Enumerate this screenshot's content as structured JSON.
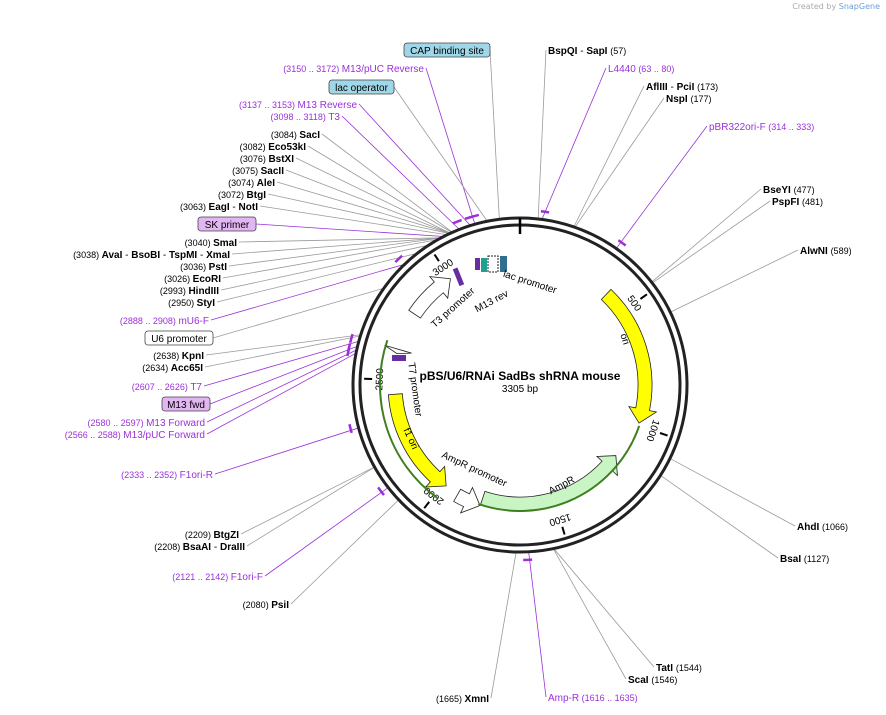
{
  "credit": {
    "prefix": "Created by",
    "brand": "SnapGene"
  },
  "plasmid": {
    "name": "pBS/U6/RNAi SadBs shRNA mouse",
    "size_label": "3305 bp",
    "length": 3305
  },
  "colors": {
    "enzyme": "#000000",
    "primer": "#9b30d9",
    "feature_box": "#9fd7e8",
    "primer_box": "#e2b6f2",
    "white_box": "#ffffff",
    "ori": "#ffff00",
    "amp": "#c9f5c4",
    "promoter": "#ffffff",
    "leader": "#9a9a9a",
    "primer_leader": "#9b30d9"
  },
  "ticks": [
    {
      "pos": 500,
      "label": "500"
    },
    {
      "pos": 1000,
      "label": "1000"
    },
    {
      "pos": 1500,
      "label": "1500"
    },
    {
      "pos": 2000,
      "label": "2000"
    },
    {
      "pos": 2500,
      "label": "2500"
    },
    {
      "pos": 3000,
      "label": "3000"
    }
  ],
  "features": [
    {
      "name": "ori",
      "start": 400,
      "end": 989,
      "color": "ori",
      "dir": 1,
      "label": "ori"
    },
    {
      "name": "AmpR",
      "start": 1160,
      "end": 1820,
      "color": "amp",
      "dir": -1,
      "label": "AmpR"
    },
    {
      "name": "AmpR promoter",
      "start": 1821,
      "end": 1925,
      "color": "promoter",
      "dir": -1,
      "label": "AmpR promoter"
    },
    {
      "name": "f1 ori",
      "start": 1985,
      "end": 2440,
      "color": "ori",
      "dir": -1,
      "label": "f1 ori"
    },
    {
      "name": "T7 promoter",
      "start": 2610,
      "end": 2629,
      "color": "promoter",
      "dir": -1,
      "label": "T7 promoter"
    },
    {
      "name": "T3 promoter",
      "start": 2790,
      "end": 3000,
      "color": "promoter",
      "dir": 1,
      "label": "T3 promoter"
    }
  ],
  "inner_labels": [
    {
      "text": "M13 rev"
    },
    {
      "text": "lac promoter"
    }
  ],
  "enzymes_right": [
    {
      "name": "BspQI",
      "sep": "-",
      "name2": "SapI",
      "pos": "(57)"
    },
    {
      "name": "AflIII",
      "sep": "-",
      "name2": "PciI",
      "pos": "(173)"
    },
    {
      "name": "NspI",
      "sep": "",
      "name2": "",
      "pos": "(177)"
    },
    {
      "name": "BseYI",
      "sep": "",
      "name2": "",
      "pos": "(477)"
    },
    {
      "name": "PspFI",
      "sep": "",
      "name2": "",
      "pos": "(481)"
    },
    {
      "name": "AlwNI",
      "sep": "",
      "name2": "",
      "pos": "(589)"
    },
    {
      "name": "AhdI",
      "sep": "",
      "name2": "",
      "pos": "(1066)"
    },
    {
      "name": "BsaI",
      "sep": "",
      "name2": "",
      "pos": "(1127)"
    },
    {
      "name": "TatI",
      "sep": "",
      "name2": "",
      "pos": "(1544)"
    },
    {
      "name": "ScaI",
      "sep": "",
      "name2": "",
      "pos": "(1546)"
    }
  ],
  "primers_right": [
    {
      "name": "L4440",
      "pos": "(63 .. 80)"
    },
    {
      "name": "pBR322ori-F",
      "pos": "(314 .. 333)"
    },
    {
      "name": "Amp-R",
      "pos": "(1616 .. 1635)"
    }
  ],
  "enzymes_left": [
    {
      "pos": "(3084)",
      "name": "SacI"
    },
    {
      "pos": "(3082)",
      "name": "Eco53kI"
    },
    {
      "pos": "(3076)",
      "name": "BstXI"
    },
    {
      "pos": "(3075)",
      "name": "SacII"
    },
    {
      "pos": "(3074)",
      "name": "AleI"
    },
    {
      "pos": "(3072)",
      "name": "BtgI"
    },
    {
      "pos": "(3063)",
      "name": "EagI",
      "sep": "-",
      "name2": "NotI"
    },
    {
      "pos": "(3040)",
      "name": "SmaI"
    },
    {
      "pos": "(3038)",
      "name": "AvaI",
      "sep": "-",
      "name2": "BsoBI",
      "sep2": "-",
      "name3": "TspMI",
      "sep3": "-",
      "name4": "XmaI"
    },
    {
      "pos": "(3036)",
      "name": "PstI"
    },
    {
      "pos": "(3026)",
      "name": "EcoRI"
    },
    {
      "pos": "(2993)",
      "name": "HindIII"
    },
    {
      "pos": "(2950)",
      "name": "StyI"
    },
    {
      "pos": "(2638)",
      "name": "KpnI"
    },
    {
      "pos": "(2634)",
      "name": "Acc65I"
    },
    {
      "pos": "(2209)",
      "name": "BtgZI"
    },
    {
      "pos": "(2208)",
      "name": "BsaAI",
      "sep": "-",
      "name2": "DraIII"
    },
    {
      "pos": "(2080)",
      "name": "PsiI"
    },
    {
      "pos": "(1665)",
      "name": "XmnI"
    }
  ],
  "primers_left": [
    {
      "pos": "(3150 .. 3172)",
      "name": "M13/pUC Reverse"
    },
    {
      "pos": "(3137 .. 3153)",
      "name": "M13 Reverse"
    },
    {
      "pos": "(3098 .. 3118)",
      "name": "T3"
    },
    {
      "pos": "(2888 .. 2908)",
      "name": "mU6-F"
    },
    {
      "pos": "(2607 .. 2626)",
      "name": "T7"
    },
    {
      "pos": "(2580 .. 2597)",
      "name": "M13 Forward"
    },
    {
      "pos": "(2566 .. 2588)",
      "name": "M13/pUC Forward"
    },
    {
      "pos": "(2333 .. 2352)",
      "name": "F1ori-R"
    },
    {
      "pos": "(2121 .. 2142)",
      "name": "F1ori-F"
    }
  ],
  "boxed_labels": [
    {
      "text": "CAP binding site",
      "style": "feature_box"
    },
    {
      "text": "lac operator",
      "style": "feature_box"
    },
    {
      "text": "SK primer",
      "style": "primer_box"
    },
    {
      "text": "U6 promoter",
      "style": "white_box"
    },
    {
      "text": "M13 fwd",
      "style": "primer_box"
    }
  ]
}
